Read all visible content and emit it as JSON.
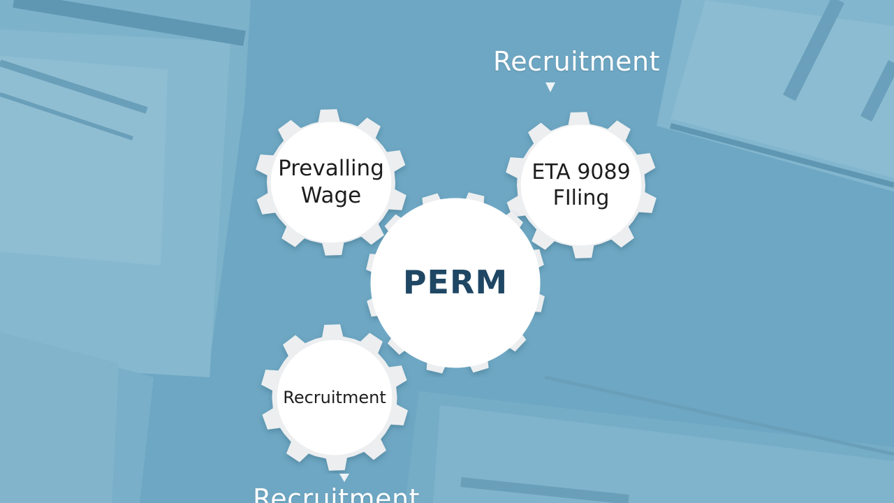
{
  "diagram": {
    "center": {
      "label": "PERM"
    },
    "nodes": [
      {
        "id": "prevailing",
        "label": "Prevalling\nWage"
      },
      {
        "id": "eta",
        "label": "ETA 9089\nFIling"
      },
      {
        "id": "recruitment",
        "label": "Recruitment"
      }
    ],
    "top_label": "Recruitment",
    "bottom_label": "Recruitment"
  },
  "colors": {
    "background": "#6fa8c4",
    "gear": "#eceef0",
    "center_text": "#1f4764",
    "node_text": "#1d1d1d",
    "float_text": "#ffffff"
  }
}
